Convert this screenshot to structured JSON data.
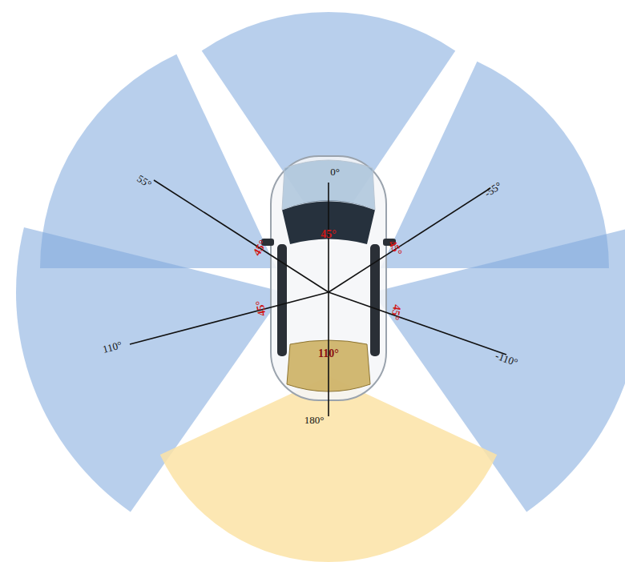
{
  "diagram": {
    "labels": [
      "0°",
      "55°",
      "-55°",
      "110°",
      "-110°",
      "180°",
      "45°",
      "45°",
      "45°",
      "45°",
      "45°",
      "110°"
    ]
  }
}
